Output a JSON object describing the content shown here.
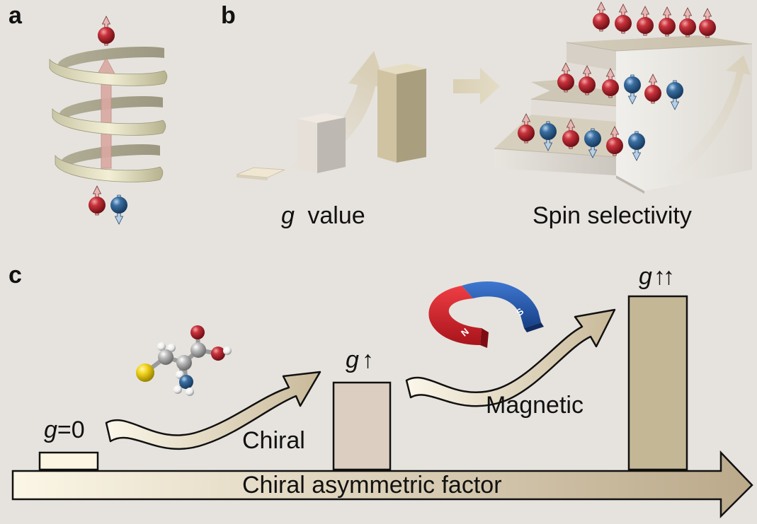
{
  "panels": {
    "a": {
      "letter": "a"
    },
    "b": {
      "letter": "b",
      "g_value_symbol": "g",
      "g_value_text": "value",
      "spin_selectivity": "Spin selectivity"
    },
    "c": {
      "letter": "c",
      "g_symbol": "g",
      "g_zero_suffix": "=0",
      "g_up": "↑",
      "g_upup": "↑↑",
      "chiral": "Chiral",
      "magnetic": "Magnetic",
      "axis_label": "Chiral asymmetric factor",
      "magnet_n": "N",
      "magnet_s": "S"
    }
  },
  "colors": {
    "background": "#e6e3de",
    "spin_up_ball": "#a8202a",
    "spin_down_ball": "#2d5f8f",
    "bar_fill": "#dccfc2",
    "tall_bar_fill": "#c4b796",
    "magnet_red": "#d11e26",
    "magnet_blue": "#2156b0"
  }
}
